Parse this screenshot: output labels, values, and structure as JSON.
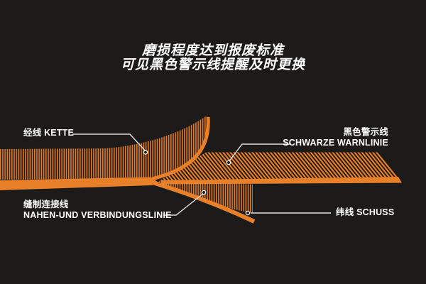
{
  "title": {
    "line1": "磨损程度达到报废标准",
    "line2": "可见黑色警示线提醒及时更换"
  },
  "labels": {
    "kette": {
      "combined": "经线 KETTE",
      "zh": "经线",
      "de": "KETTE"
    },
    "warnlinie": {
      "zh": "黑色警示线",
      "de": "SCHWARZE WARNLINIE"
    },
    "naht": {
      "zh": "缝制连接线",
      "de": "NAHEN-UND VERBINDUNGSLINIE"
    },
    "schuss": {
      "combined": "纬线 SCHUSS",
      "zh": "纬线",
      "de": "SCHUSS"
    }
  },
  "diagram": {
    "parts": [
      "warp-threads-band",
      "peeled-warp-fan",
      "black-warning-line-band",
      "weft-thread-fringe",
      "bottom-weft-swoosh",
      "stitched-junction"
    ]
  },
  "colors": {
    "background": "#1c1b19",
    "accent_orange": "#e8802a",
    "stripe_orange": "#e07a24",
    "hatch_dark": "#171512",
    "text": "#ffffff",
    "leader_line": "#e0e0e0"
  }
}
